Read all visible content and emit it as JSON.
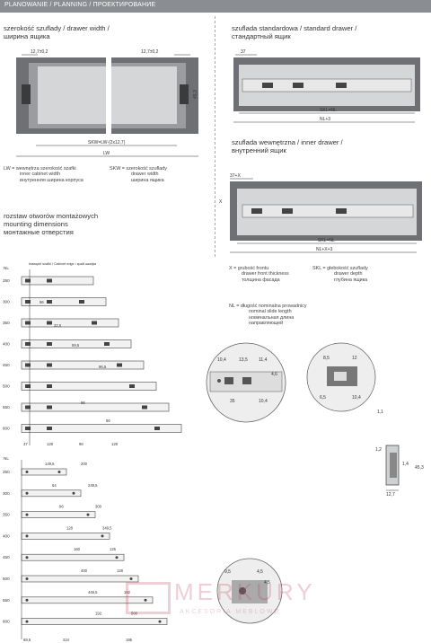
{
  "header": {
    "title": "PLANOWANIE / PLANNING / ПРОЕКТИРОВАНИЕ"
  },
  "section_width": {
    "title": [
      "szerokość szuflady / drawer width /",
      "ширина ящика"
    ],
    "dim_left": "12,7±0,2",
    "dim_right": "12,7±0,2",
    "dim_height": "45,3",
    "skw_formula": "SKW=LW-(2x12,7)",
    "lw": "LW",
    "legend_lw": [
      "LW = wewnętrza szerokość szafki",
      "inner cabinet width",
      "внутренняя ширина корпуса"
    ],
    "legend_skw": [
      "SKW = szerokość szuflady",
      "drawer width",
      "ширина ящика"
    ]
  },
  "section_standard": {
    "title": [
      "szuflada standardowa / standard drawer /",
      "стандартный ящик"
    ],
    "dim_37": "37",
    "skl": "SKL=NL",
    "nl": "NL+3"
  },
  "section_inner": {
    "title": [
      "szuflada wewnętrzna / inner drawer /",
      "внутренний ящик"
    ],
    "dim_37x": "37+X",
    "x": "X",
    "skl": "SKL=NL",
    "nl": "NL+X+3"
  },
  "legend_x": [
    "X = grubość frontu",
    "drawer front thickness",
    "толщина фасада"
  ],
  "legend_skl": [
    "SKL = głebokość szuflady",
    "drawer depth",
    "глубина ящика"
  ],
  "legend_nl": [
    "NL = długość nominalna prowadnicy",
    "nominal slide length",
    "номинальная длина",
    "направляющей"
  ],
  "section_holes": {
    "title": [
      "rozstaw otworów montażowych",
      "mounting dimensions",
      "монтажные отверстия"
    ]
  },
  "chart1": {
    "nl_header": "NL",
    "edge_label": "krawędź szafki / Cabinet edge / край шкафа",
    "rows": [
      "250",
      "300",
      "350",
      "400",
      "450",
      "500",
      "550",
      "600"
    ],
    "dims": [
      "96",
      "32,5",
      "59,5",
      "96,5",
      "86",
      "96"
    ],
    "bottom_dims": [
      "37",
      "128",
      "96",
      "128"
    ]
  },
  "chart2": {
    "nl_header": "NL",
    "rows": [
      "250",
      "300",
      "350",
      "400",
      "450",
      "500",
      "550",
      "600"
    ],
    "dims": [
      "149,5",
      "200",
      "64",
      "249,5",
      "96",
      "300",
      "128",
      "349,5",
      "160",
      "125",
      "400",
      "128",
      "449,5",
      "192",
      "192",
      "500"
    ],
    "bottom_dims": [
      "69,5",
      "224",
      "195"
    ]
  },
  "detail_circle1": {
    "dims": [
      "10,4",
      "13,5",
      "11,4",
      "4,6",
      "35",
      "10,4"
    ]
  },
  "detail_circle2": {
    "dims": [
      "8,5",
      "12",
      "6,5",
      "10,4"
    ]
  },
  "detail_profile": {
    "dims": [
      "1,1",
      "1,2",
      "1,4",
      "45,3",
      "12,7"
    ]
  },
  "detail_circle3": {
    "dims": [
      "9,5",
      "4,5",
      "4,5"
    ]
  },
  "watermark": {
    "brand": "MERKURY",
    "sub": "AKCESORIA MEBLOWE"
  }
}
